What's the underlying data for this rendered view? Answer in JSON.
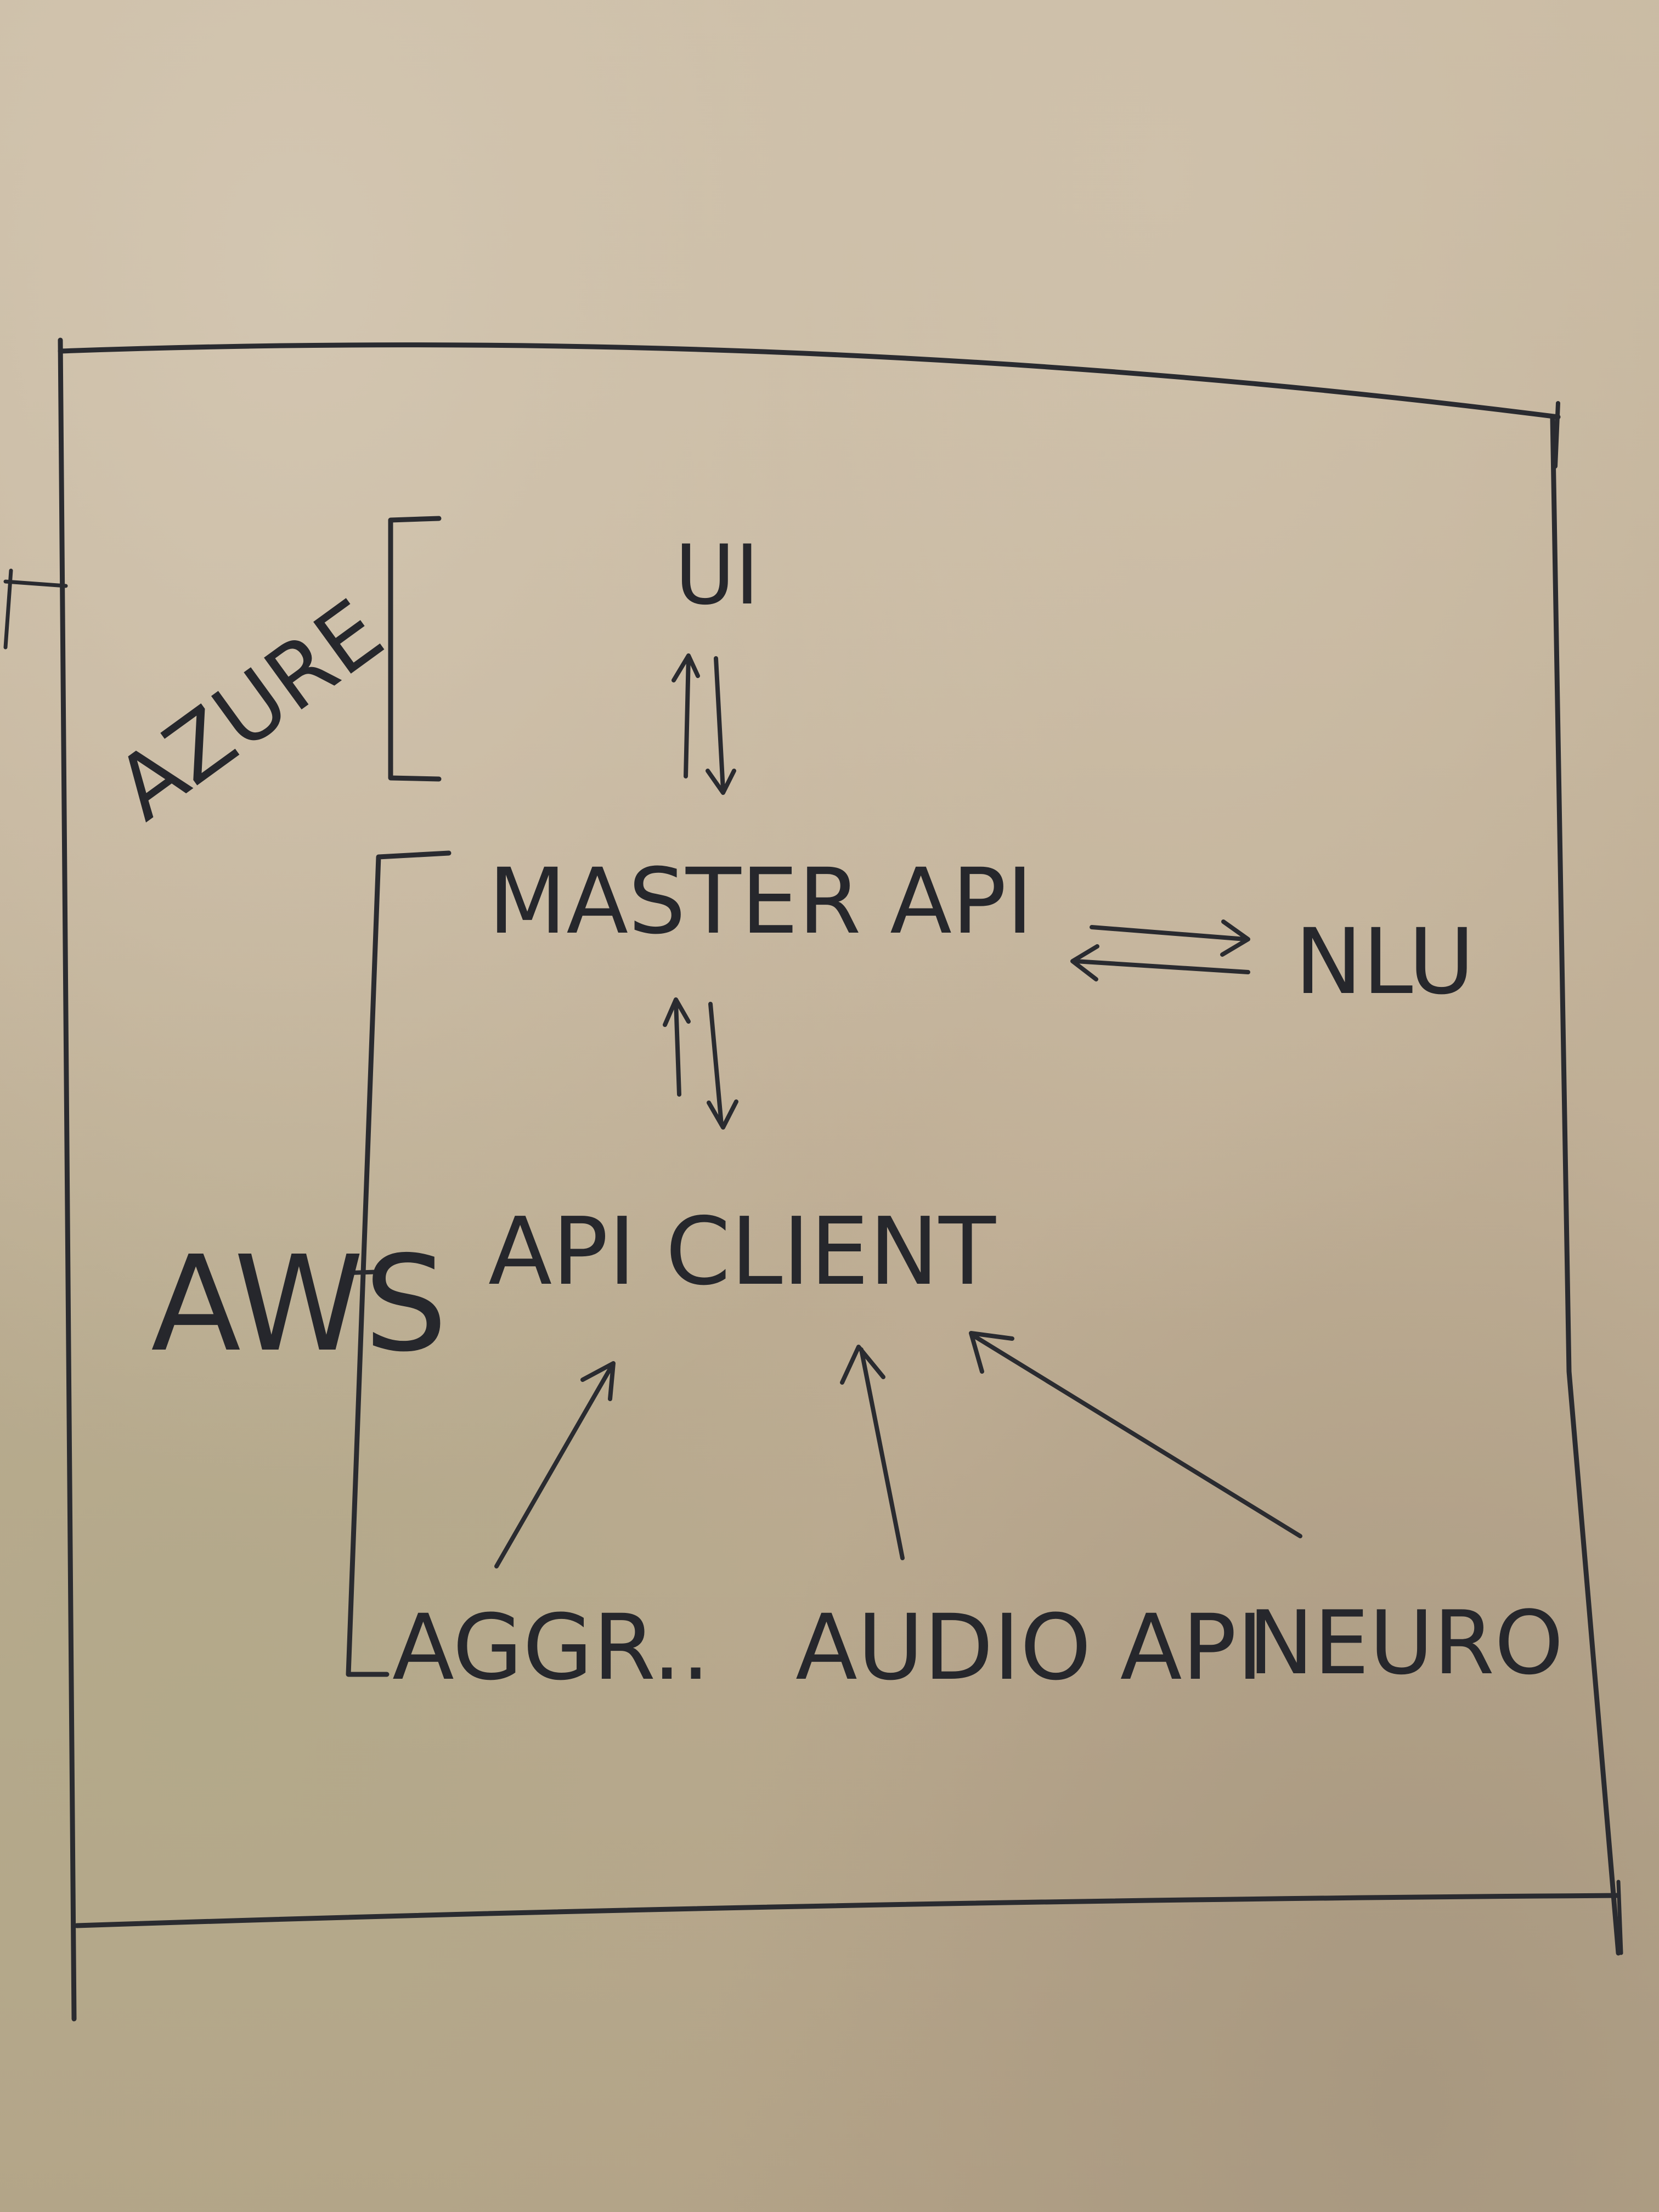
{
  "diagram": {
    "regions": {
      "azure": "AZURE",
      "aws": "AWS"
    },
    "nodes": {
      "ui": "UI",
      "master_api": "MASTER API",
      "nlu": "NLU",
      "api_client": "API CLIENT",
      "aggr": "AGGR..",
      "audio_api": "AUDIO API",
      "neuro": "NEURO"
    },
    "ink_color": "#2a2b30",
    "paper_color": "#c4b59c"
  }
}
